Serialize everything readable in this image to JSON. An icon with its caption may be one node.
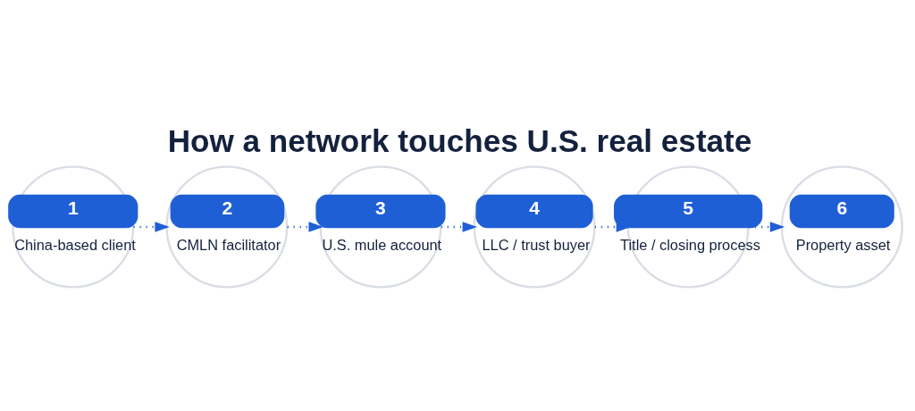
{
  "diagram": {
    "title": "How a network touches U.S. real estate",
    "nodes": [
      {
        "text": [
          "1",
          "China-based client"
        ]
      },
      {
        "text": [
          "2",
          "CMLN facilitator"
        ]
      },
      {
        "text": [
          "3",
          "U.S. mule account"
        ]
      },
      {
        "text": [
          "4",
          "LLC / trust buyer"
        ]
      },
      {
        "text": [
          "5",
          "Title / closing process"
        ]
      },
      {
        "text": [
          "6",
          "Property asset"
        ]
      }
    ],
    "edges": [
      {
        "from": 0,
        "to": 1,
        "arrow": "to",
        "style": "dashed"
      },
      {
        "from": 1,
        "to": 2,
        "arrow": "to",
        "style": "dashed"
      },
      {
        "from": 2,
        "to": 3,
        "arrow": "to",
        "style": "dashed"
      },
      {
        "from": 3,
        "to": 4,
        "arrow": "to",
        "style": "dashed"
      },
      {
        "from": 4,
        "to": 5,
        "arrow": "to",
        "style": "dashed"
      }
    ]
  }
}
